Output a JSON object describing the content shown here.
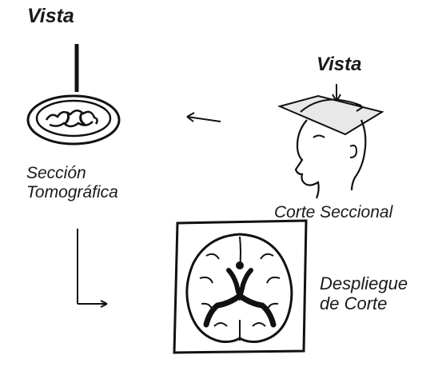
{
  "diagram": {
    "view_label_left": "Vista",
    "view_label_right": "Vista",
    "section_label": [
      "Sección",
      "Tomográfica"
    ],
    "cut_label": "Corte Seccional",
    "display_label": [
      "Despliegue",
      "de Corte"
    ]
  }
}
